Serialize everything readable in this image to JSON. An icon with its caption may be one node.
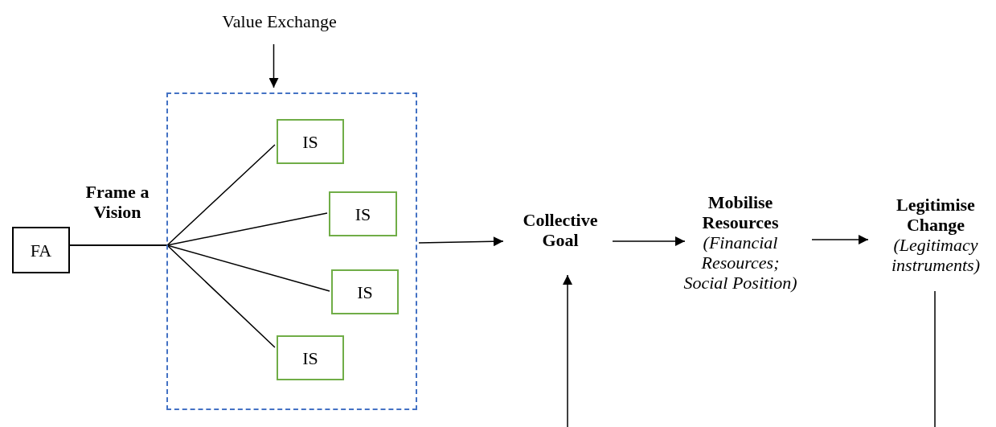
{
  "diagram": {
    "nodes": [
      {
        "text": [
          "FA"
        ]
      },
      {
        "text": [
          "Value Exchange"
        ]
      },
      {
        "text": [],
        "shape": "box"
      },
      {
        "text": [
          "IS"
        ],
        "in": 2
      },
      {
        "text": [
          "IS"
        ],
        "in": 2
      },
      {
        "text": [
          "IS"
        ],
        "in": 2
      },
      {
        "text": [
          "IS"
        ],
        "in": 2
      },
      {
        "text": [
          "Collective Goal"
        ]
      },
      {
        "text": [
          "Mobilise Resources",
          "(Financial Resources; Social Position)"
        ]
      },
      {
        "text": [
          "Legitimise Change",
          "(Legitimacy instruments)"
        ]
      }
    ],
    "edges": [
      {
        "from": 1,
        "to": 2,
        "arrow": "to"
      },
      {
        "from": 0,
        "to": 3,
        "arrow": "none"
      },
      {
        "from": 0,
        "to": 4,
        "arrow": "none"
      },
      {
        "from": 0,
        "to": 5,
        "arrow": "none"
      },
      {
        "from": 0,
        "to": 6,
        "arrow": "none"
      },
      {
        "from": 2,
        "to": 7,
        "arrow": "to"
      },
      {
        "from": 7,
        "to": 8,
        "arrow": "to"
      },
      {
        "from": 8,
        "to": 9,
        "arrow": "to"
      },
      {
        "from": null,
        "to": 7,
        "arrow": "to"
      },
      {
        "from": 9,
        "to": null,
        "arrow": "none"
      }
    ],
    "labels": [
      "Frame a Vision"
    ]
  }
}
